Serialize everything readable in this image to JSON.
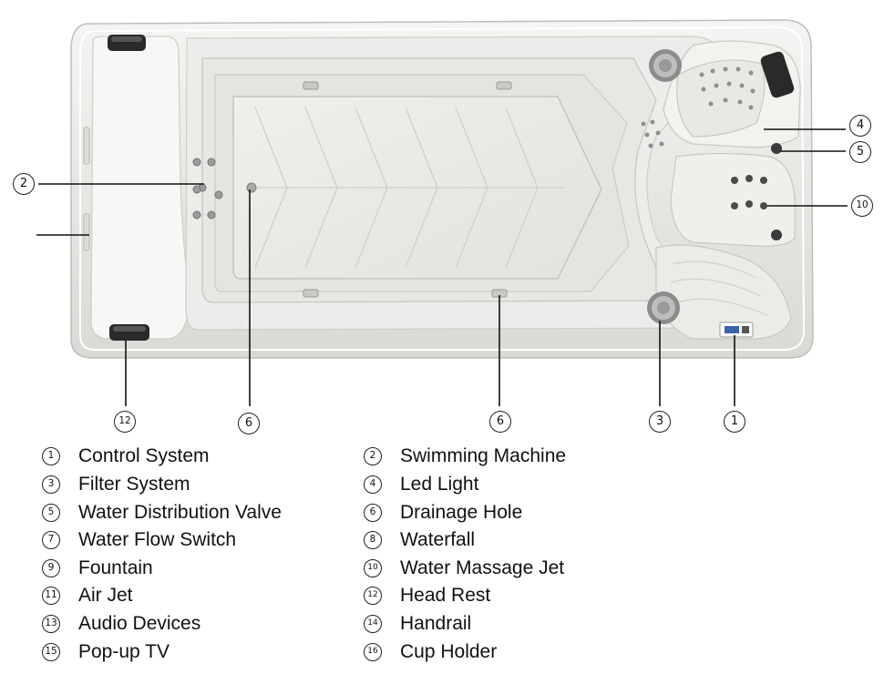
{
  "callouts": {
    "c2": "2",
    "c4": "4",
    "c5": "5",
    "c10": "10",
    "c12": "12",
    "c6a": "6",
    "c6b": "6",
    "c3": "3",
    "c1": "1"
  },
  "legend": [
    {
      "num": "1",
      "label": "Control System"
    },
    {
      "num": "2",
      "label": "Swimming Machine"
    },
    {
      "num": "3",
      "label": "Filter System"
    },
    {
      "num": "4",
      "label": "Led Light"
    },
    {
      "num": "5",
      "label": "Water Distribution Valve"
    },
    {
      "num": "6",
      "label": "Drainage Hole"
    },
    {
      "num": "7",
      "label": "Water Flow Switch"
    },
    {
      "num": "8",
      "label": "Waterfall"
    },
    {
      "num": "9",
      "label": "Fountain"
    },
    {
      "num": "10",
      "label": "Water Massage Jet"
    },
    {
      "num": "11",
      "label": "Air Jet"
    },
    {
      "num": "12",
      "label": "Head Rest"
    },
    {
      "num": "13",
      "label": "Audio Devices"
    },
    {
      "num": "14",
      "label": "Handrail"
    },
    {
      "num": "15",
      "label": "Pop-up TV"
    },
    {
      "num": "16",
      "label": "Cup Holder"
    }
  ]
}
